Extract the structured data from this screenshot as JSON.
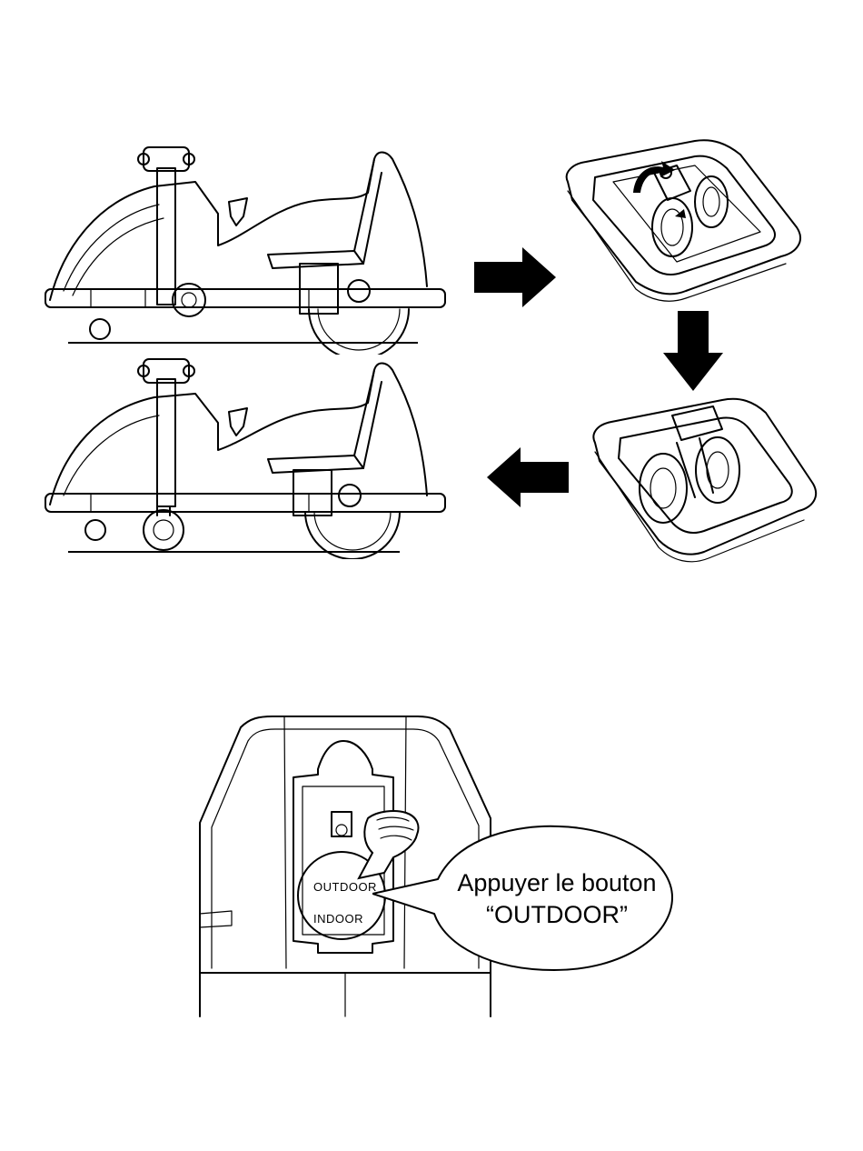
{
  "button_panel": {
    "outdoor_label": "OUTDOOR",
    "indoor_label": "INDOOR"
  },
  "callout": {
    "line1": "Appuyer le bouton",
    "line2": "“OUTDOOR”"
  },
  "icons": [
    "mower-side-view",
    "wheel-assembly",
    "arrow-right",
    "arrow-down",
    "arrow-left",
    "pointing-hand"
  ]
}
